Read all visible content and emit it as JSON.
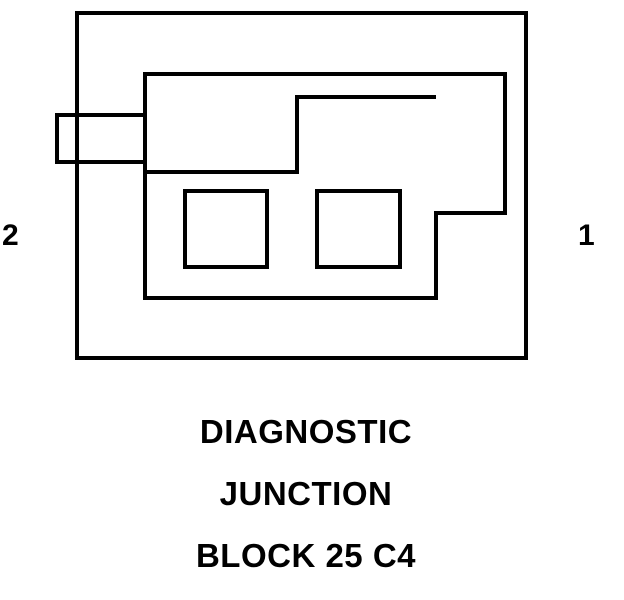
{
  "pins": {
    "left_label": "2",
    "right_label": "1"
  },
  "caption": {
    "line1": "DIAGNOSTIC",
    "line2": "JUNCTION",
    "line3": "BLOCK 25 C4"
  },
  "colors": {
    "stroke": "#000000",
    "background": "#ffffff"
  }
}
